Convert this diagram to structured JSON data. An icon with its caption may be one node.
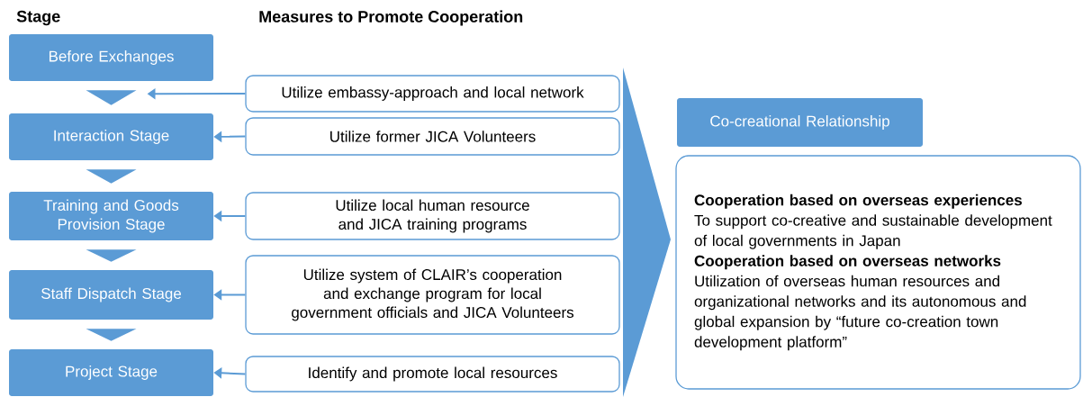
{
  "diagram": {
    "nodes": [
      {
        "text": [
          "Before Exchanges"
        ]
      },
      {
        "text": [
          "Interaction Stage"
        ]
      },
      {
        "text": [
          "Training and Goods Provision Stage"
        ]
      },
      {
        "text": [
          "Staff Dispatch Stage"
        ]
      },
      {
        "text": [
          "Project Stage"
        ]
      },
      {
        "text": [
          "Utilize embassy-approach and local network"
        ]
      },
      {
        "text": [
          "Utilize former JICA Volunteers"
        ]
      },
      {
        "text": [
          "Utilize local human resource and JICA training programs"
        ]
      },
      {
        "text": [
          "Utilize system of CLAIR’s cooperation and exchange program for local government officials and JICA Volunteers"
        ]
      },
      {
        "text": [
          "Identify and promote local resources"
        ]
      },
      {
        "text": [
          "Co-creational Relationship"
        ]
      },
      {
        "text": [
          "Cooperation based on overseas experiences",
          "To support co-creative and sustainable development of local governments in Japan",
          "Cooperation based on overseas networks",
          "Utilization of overseas human resources and organizational networks and its autonomous and global expansion by “future co-creation town development platform”"
        ]
      },
      {
        "text": [],
        "shape": "chevron"
      }
    ],
    "edges": [
      {
        "from": 0,
        "to": 1,
        "arrow": "to"
      },
      {
        "from": 1,
        "to": 2,
        "arrow": "to"
      },
      {
        "from": 2,
        "to": 3,
        "arrow": "to"
      },
      {
        "from": 3,
        "to": 4,
        "arrow": "to"
      },
      {
        "from": 5,
        "to": 0,
        "arrow": "to"
      },
      {
        "from": 6,
        "to": 1,
        "arrow": "to"
      },
      {
        "from": 7,
        "to": 2,
        "arrow": "to"
      },
      {
        "from": 8,
        "to": 3,
        "arrow": "to"
      },
      {
        "from": 9,
        "to": 4,
        "arrow": "to"
      }
    ],
    "labels": [
      "Stage",
      "Measures to Promote Cooperation"
    ]
  }
}
